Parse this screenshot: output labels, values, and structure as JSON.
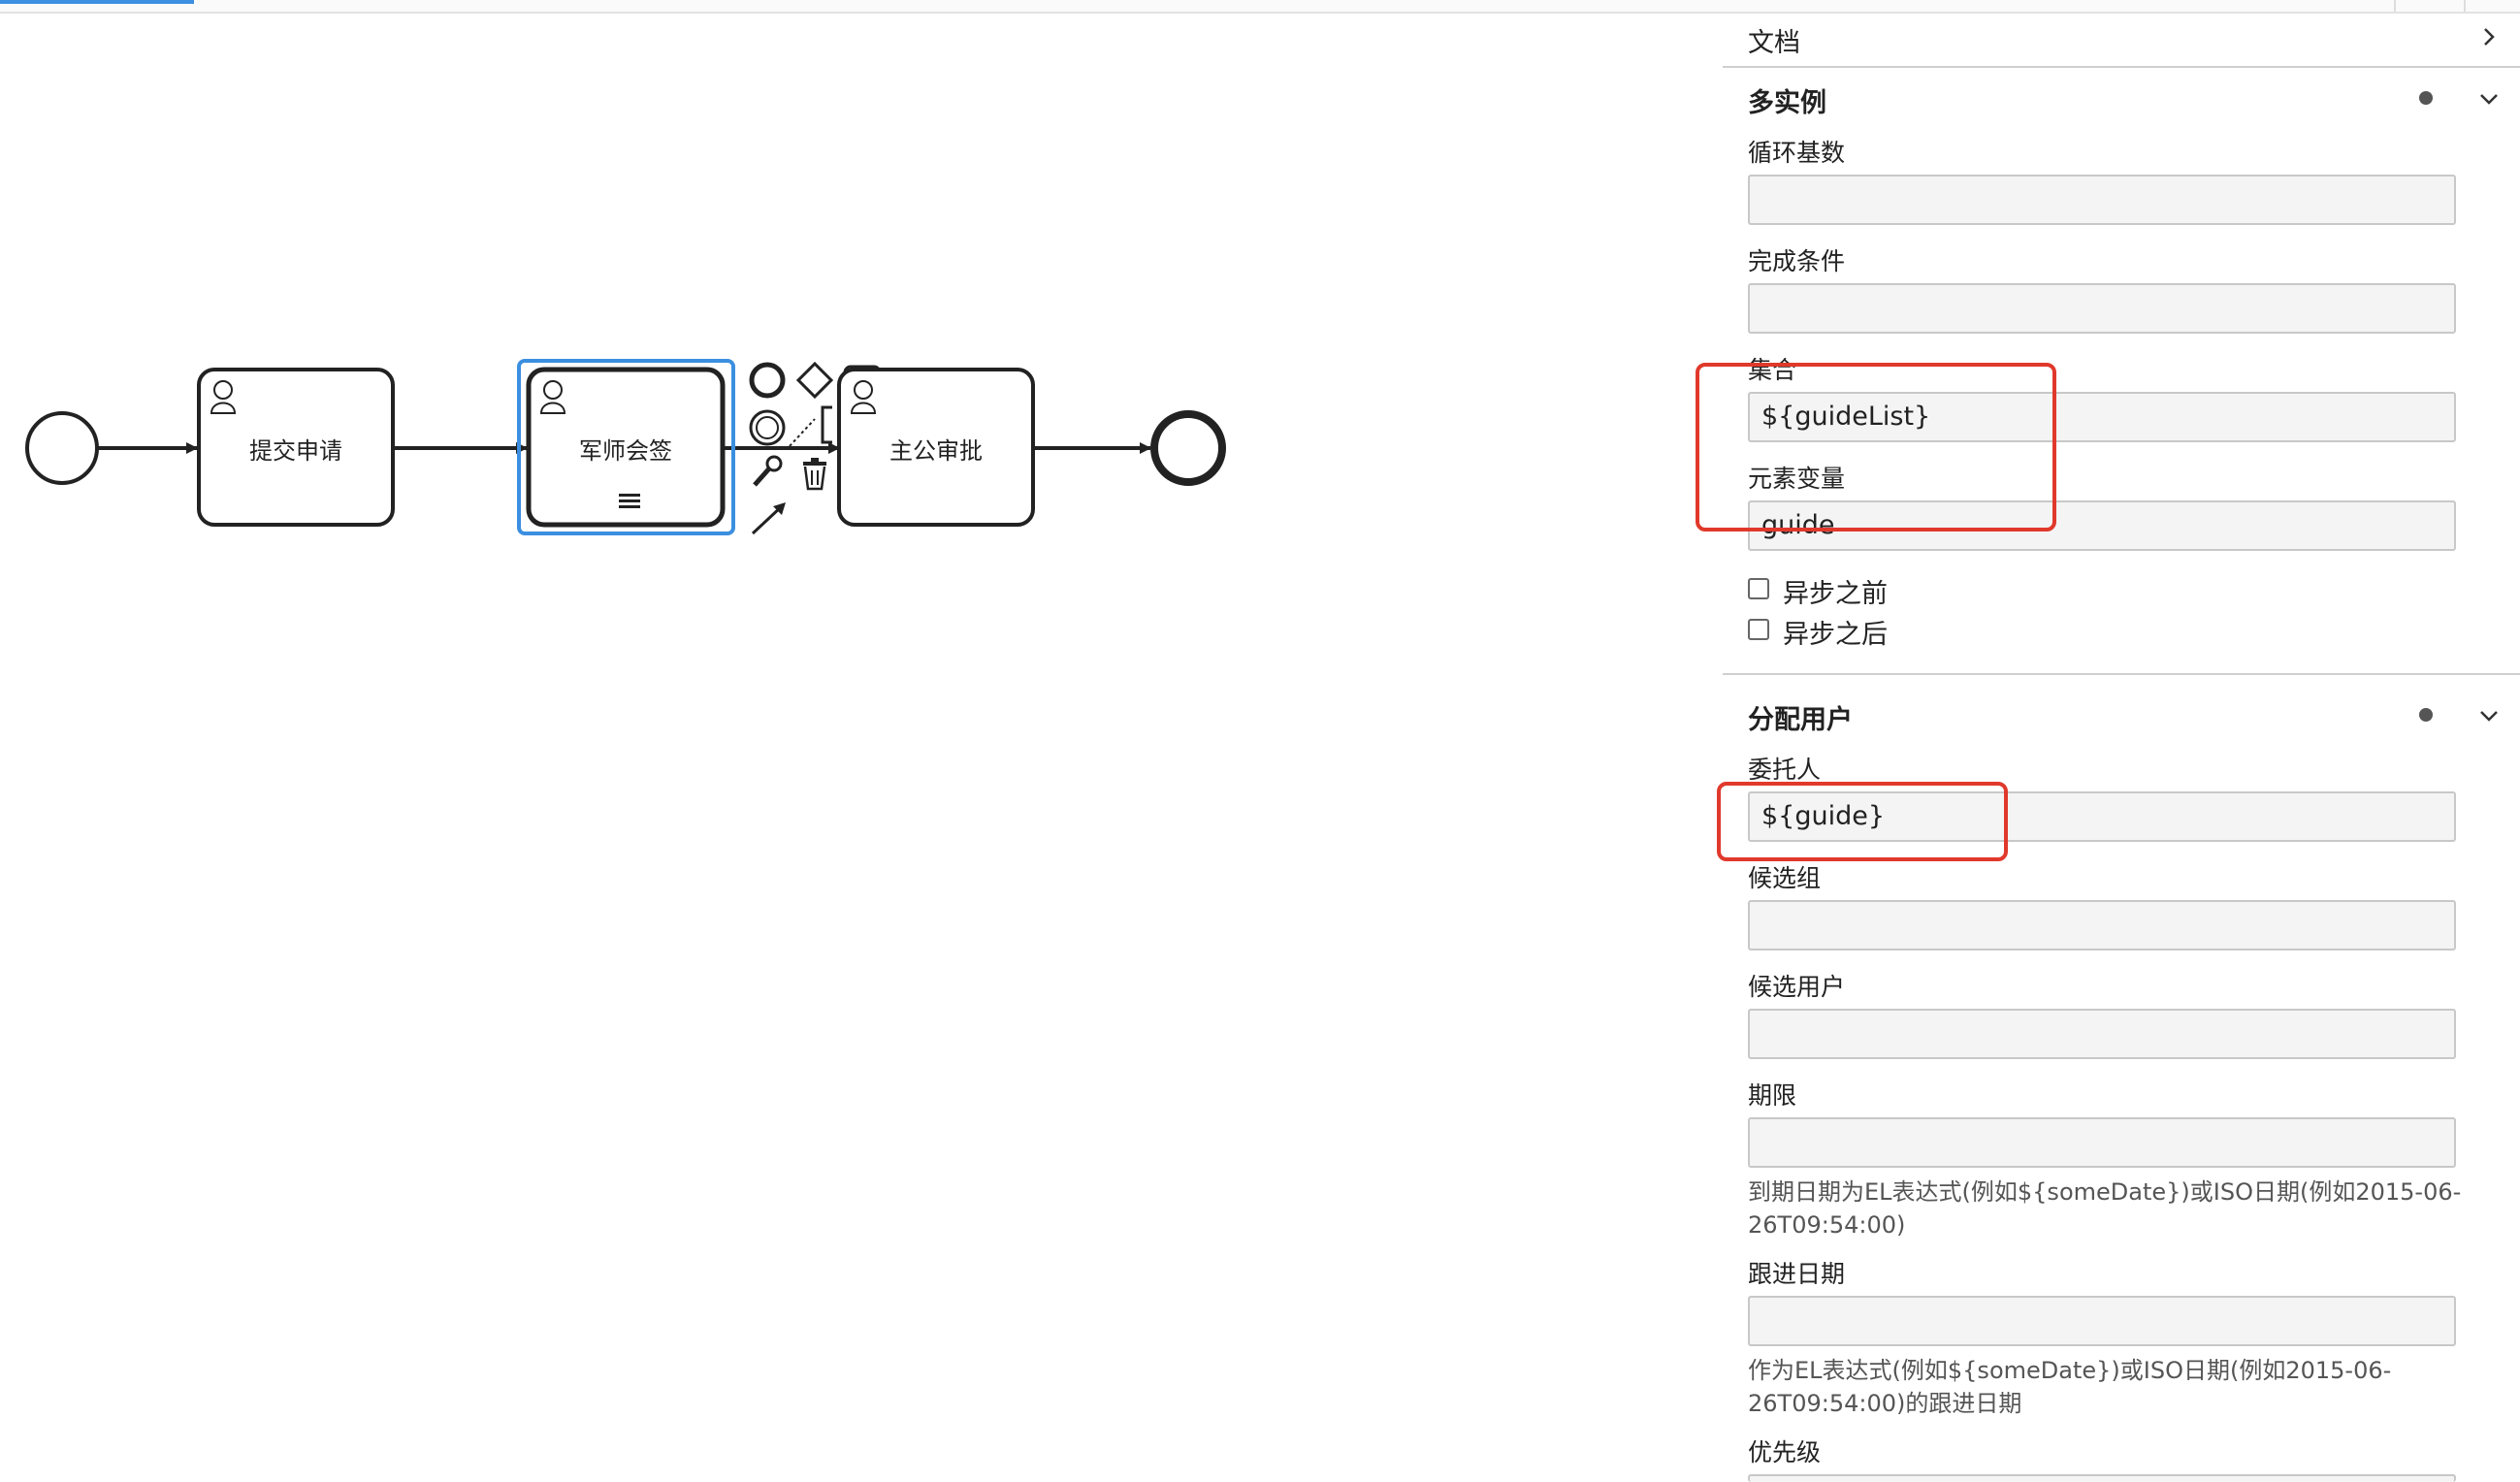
{
  "diagram": {
    "tasks": [
      {
        "label": "提交申请"
      },
      {
        "label": "军师会签"
      },
      {
        "label": "主公审批"
      }
    ]
  },
  "panel": {
    "documentation": {
      "title": "文档"
    },
    "multi_instance": {
      "title": "多实例",
      "loop_cardinality_label": "循环基数",
      "loop_cardinality_value": "",
      "completion_condition_label": "完成条件",
      "completion_condition_value": "",
      "collection_label": "集合",
      "collection_value": "${guideList}",
      "element_variable_label": "元素变量",
      "element_variable_value": "guide",
      "async_before_label": "异步之前",
      "async_after_label": "异步之后"
    },
    "assignment": {
      "title": "分配用户",
      "assignee_label": "委托人",
      "assignee_value": "${guide}",
      "candidate_groups_label": "候选组",
      "candidate_groups_value": "",
      "candidate_users_label": "候选用户",
      "candidate_users_value": "",
      "due_date_label": "期限",
      "due_date_value": "",
      "due_date_hint": "到期日期为EL表达式(例如${someDate})或ISO日期(例如2015-06-26T09:54:00)",
      "follow_up_label": "跟进日期",
      "follow_up_value": "",
      "follow_up_hint": "作为EL表达式(例如${someDate})或ISO日期(例如2015-06-26T09:54:00)的跟进日期",
      "priority_label": "优先级"
    }
  },
  "colors": {
    "selection": "#3b8fe0",
    "highlight": "#e0392b"
  }
}
